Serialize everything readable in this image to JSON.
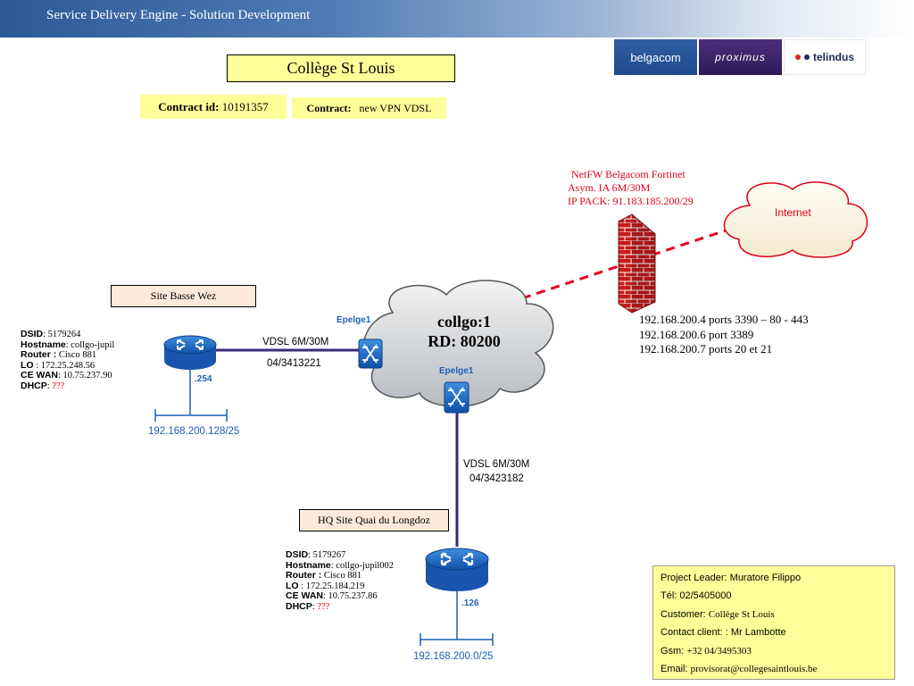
{
  "header": {
    "title": "Service Delivery Engine - Solution Development"
  },
  "logos": {
    "belgacom": "belgacom",
    "proximus": "proximus",
    "telindus": "telindus"
  },
  "school_title": "Collège St Louis",
  "contract_id": {
    "label": "Contract id:",
    "value": "10191357"
  },
  "contract": {
    "label": "Contract:",
    "value": "new VPN VDSL"
  },
  "firewall": {
    "lines": [
      "NetFW Belgacom Fortinet",
      "Asym. IA  6M/30M",
      "IP PACK: 91.183.185.200/29"
    ]
  },
  "internet_label": "Internet",
  "ports": [
    "192.168.200.4 ports 3390 – 80 - 443",
    "192.168.200.6 port 3389",
    "192.168.200.7 ports 20 et 21"
  ],
  "cloud": {
    "line1": "collgo:1",
    "line2": "RD: 80200",
    "pe_left": "Epelge1",
    "pe_bottom": "Epelge1"
  },
  "site_basse": {
    "name": "Site  Basse Wez",
    "dsid_k": "DSID",
    "dsid_v": ": 5179264",
    "host_k": "Hostname",
    "host_v": ": collgo-jupil",
    "router_k": "Router :",
    "router_v": " Cisco 881",
    "lo_k": "LO",
    "lo_v": " : 172.25.248.56",
    "cewan_k": "CE WAN",
    "cewan_v": ": 10.75.237.90",
    "dhcp_k": "DHCP",
    "dhcp_sep": ": ",
    "dhcp_v": "???",
    "link_speed": "VDSL 6M/30M",
    "link_phone": "04/3413221",
    "lan_ip": ".254",
    "subnet": "192.168.200.128/25"
  },
  "site_hq": {
    "name": "HQ Site  Quai du Longdoz",
    "dsid_k": "DSID",
    "dsid_v": ": 5179267",
    "host_k": "Hostname",
    "host_v": ": collgo-jupil002",
    "router_k": "Router :",
    "router_v": " Cisco 881",
    "lo_k": "LO",
    "lo_v": " :  172.25.184.219",
    "cewan_k": "CE WAN",
    "cewan_v": ": 10.75.237.86",
    "dhcp_k": "DHCP",
    "dhcp_sep": ":  ",
    "dhcp_v": "???",
    "link_speed": "VDSL 6M/30M",
    "link_phone": "04/3423182",
    "lan_ip": ".126",
    "subnet": "192.168.200.0/25"
  },
  "project": {
    "leader": "Project Leader: Muratore Filippo",
    "tel": "Tél: 02/5405000",
    "customer_k": "Customer:  ",
    "customer_v": "Collège St Louis",
    "contact": "Contact client: : Mr Lambotte",
    "gsm_k": "Gsm: ",
    "gsm_v": "+32  04/3495303",
    "email_k": "Email: ",
    "email_v": "provisorat@collegesaintlouis.be"
  }
}
